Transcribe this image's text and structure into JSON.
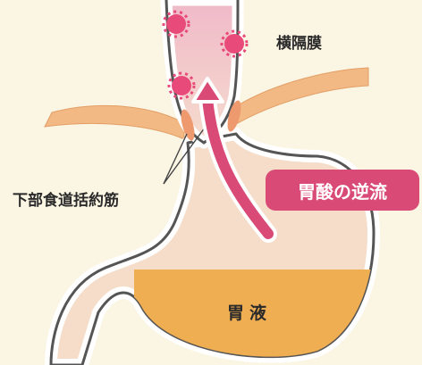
{
  "labels": {
    "diaphragm": "横隔膜",
    "lower_esophageal_sphincter": "下部食道括約筋",
    "acid_reflux": "胃酸の逆流",
    "gastric_juice": "胃液"
  },
  "colors": {
    "background": "#fbf5e3",
    "outline": "#555555",
    "stomach_fill": "#f5ddc9",
    "esophagus_fill": "#f0bfcc",
    "gastric_juice": "#f0ae52",
    "diaphragm": "#f2b985",
    "sphincter": "#ee9a6e",
    "reflux_arrow": "#d94a76",
    "callout": "#d94a76",
    "irritation_marks": "#e84a7a"
  }
}
